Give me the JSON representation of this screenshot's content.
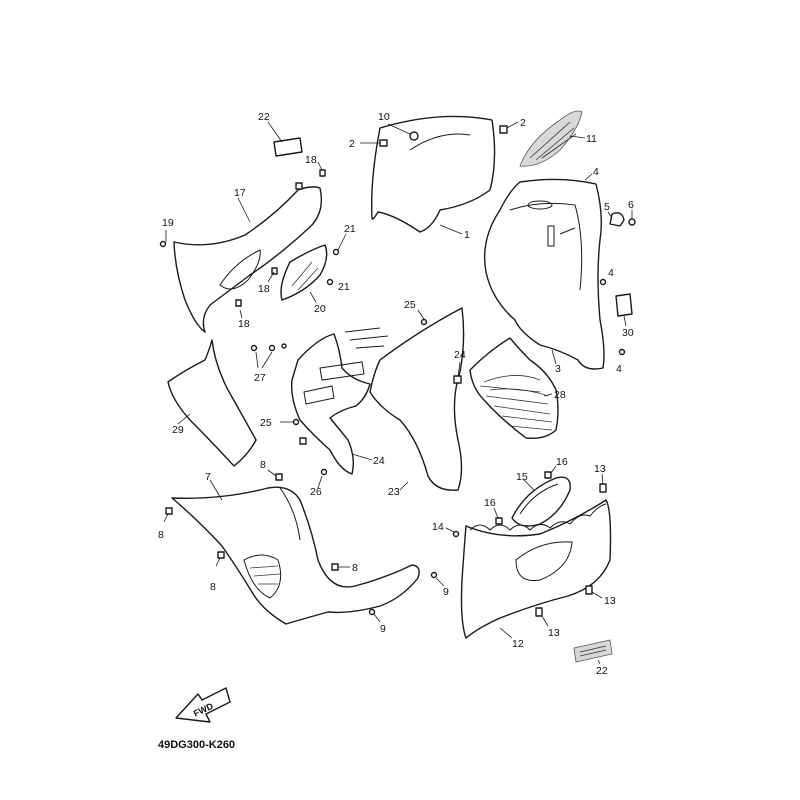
{
  "diagram": {
    "code": "49DG300-K260",
    "fwd_label": "FWD",
    "callouts": {
      "c1": "1",
      "c2a": "2",
      "c2b": "2",
      "c3": "3",
      "c4a": "4",
      "c4b": "4",
      "c4c": "4",
      "c5": "5",
      "c6": "6",
      "c7": "7",
      "c8a": "8",
      "c8b": "8",
      "c8c": "8",
      "c8d": "8",
      "c9a": "9",
      "c9b": "9",
      "c10": "10",
      "c11": "11",
      "c12": "12",
      "c13a": "13",
      "c13b": "13",
      "c13c": "13",
      "c14": "14",
      "c15": "15",
      "c16a": "16",
      "c16b": "16",
      "c17": "17",
      "c18a": "18",
      "c18b": "18",
      "c18c": "18",
      "c19": "19",
      "c20": "20",
      "c21a": "21",
      "c21b": "21",
      "c22a": "22",
      "c22b": "22",
      "c23": "23",
      "c24a": "24",
      "c24b": "24",
      "c25a": "25",
      "c25b": "25",
      "c26": "26",
      "c27": "27",
      "c28": "28",
      "c29": "29",
      "c30": "30"
    }
  }
}
